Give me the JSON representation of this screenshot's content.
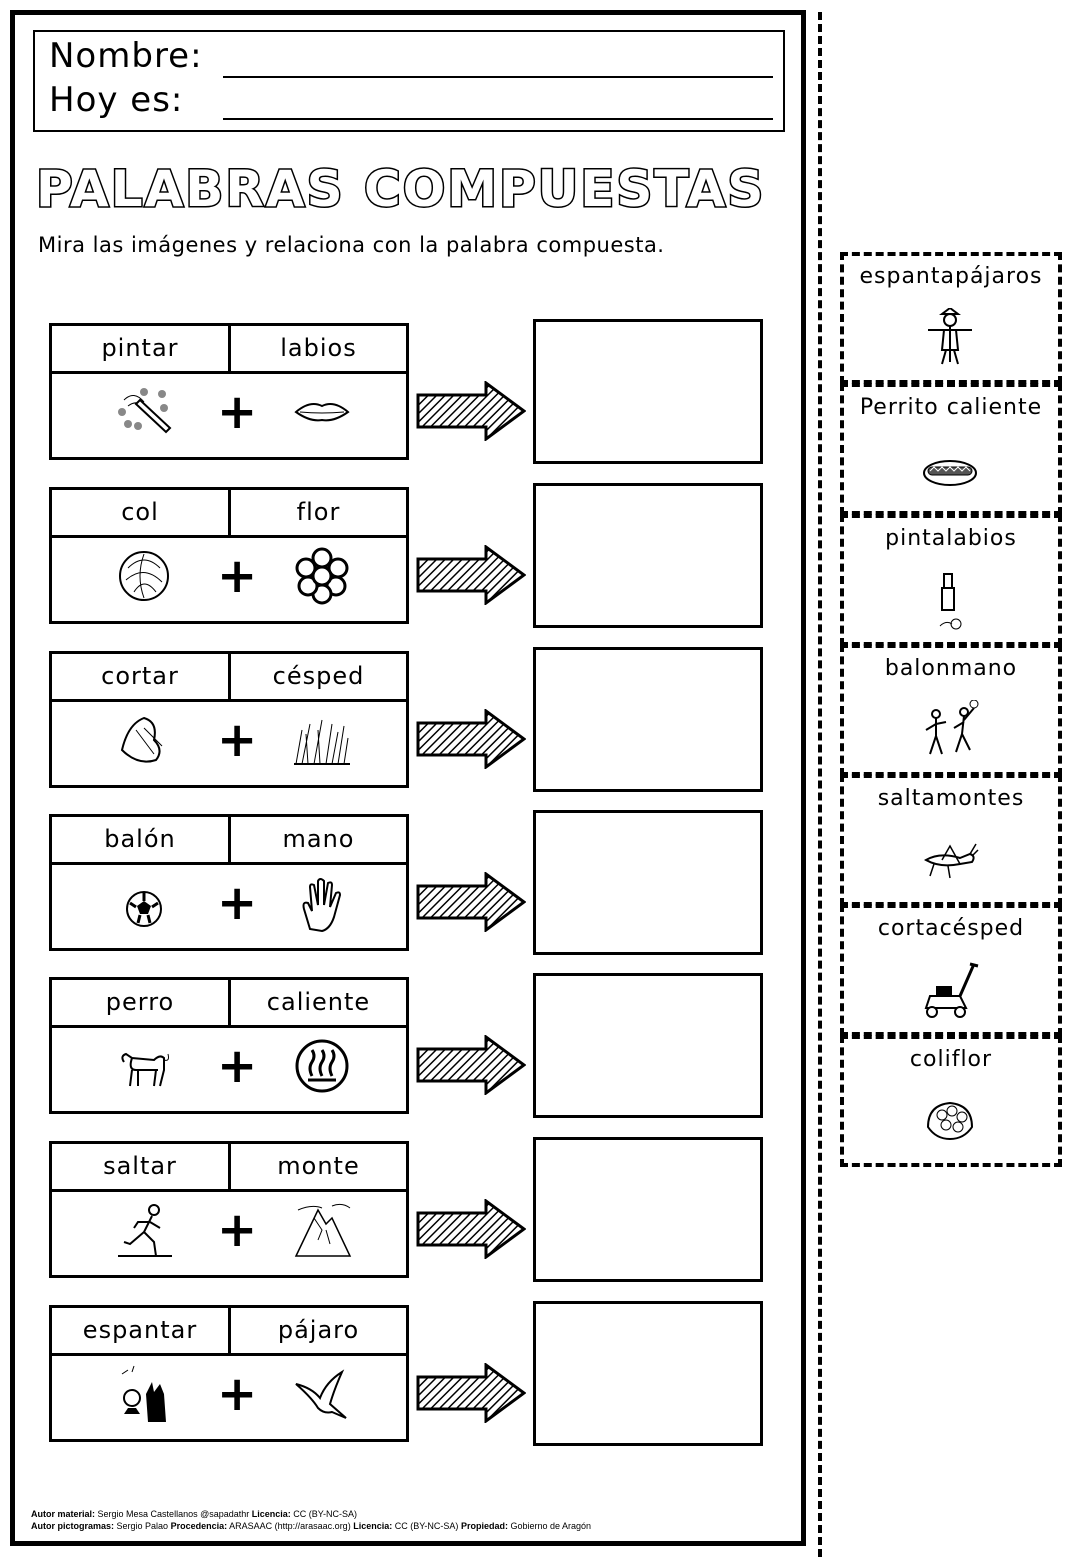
{
  "header": {
    "name_label": "Nombre:",
    "date_label": "Hoy es:"
  },
  "title": "PALABRAS COMPUESTAS",
  "instruction": "Mira las imágenes y relaciona con la palabra compuesta.",
  "pairs": [
    {
      "word1": "pintar",
      "word2": "labios",
      "icon1": "paint-icon",
      "icon2": "lips-icon"
    },
    {
      "word1": "col",
      "word2": "flor",
      "icon1": "cabbage-icon",
      "icon2": "flower-icon"
    },
    {
      "word1": "cortar",
      "word2": "césped",
      "icon1": "cut-icon",
      "icon2": "grass-icon"
    },
    {
      "word1": "balón",
      "word2": "mano",
      "icon1": "ball-icon",
      "icon2": "hand-icon"
    },
    {
      "word1": "perro",
      "word2": "caliente",
      "icon1": "dog-icon",
      "icon2": "hot-icon"
    },
    {
      "word1": "saltar",
      "word2": "monte",
      "icon1": "runner-icon",
      "icon2": "mountain-icon"
    },
    {
      "word1": "espantar",
      "word2": "pájaro",
      "icon1": "scare-icon",
      "icon2": "bird-icon"
    }
  ],
  "plus_sign": "+",
  "tiles": [
    {
      "word": "espantapájaros",
      "icon": "scarecrow-icon"
    },
    {
      "word": "Perrito caliente",
      "icon": "hotdog-icon"
    },
    {
      "word": "pintalabios",
      "icon": "lipstick-icon"
    },
    {
      "word": "balonmano",
      "icon": "handball-icon"
    },
    {
      "word": "saltamontes",
      "icon": "grasshopper-icon"
    },
    {
      "word": "cortacésped",
      "icon": "lawnmower-icon"
    },
    {
      "word": "coliflor",
      "icon": "cauliflower-icon"
    }
  ],
  "credits": {
    "line1_author_label": "Autor material:",
    "line1_author": "Sergio Mesa Castellanos @sapadathr",
    "line1_license_label": "Licencia:",
    "line1_license": "CC (BY-NC-SA)",
    "line2_author_label": "Autor pictogramas:",
    "line2_author": "Sergio Palao",
    "line2_source_label": "Procedencia:",
    "line2_source": "ARASAAC (http://arasaac.org)",
    "line2_license_label": "Licencia:",
    "line2_license": "CC (BY-NC-SA)",
    "line2_owner_label": "Propiedad:",
    "line2_owner": "Gobierno de Aragón"
  }
}
